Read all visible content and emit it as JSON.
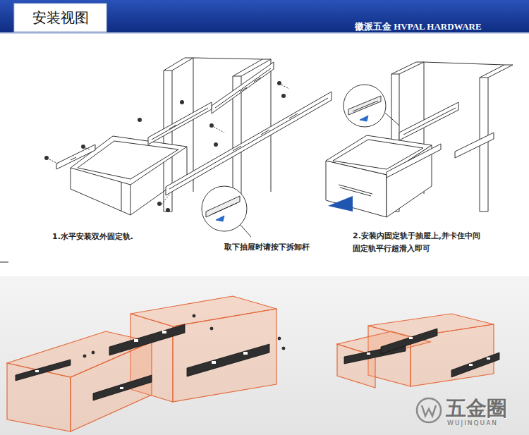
{
  "diagram": {
    "title": "安装视图",
    "labels": [
      "徽派五金 HVPAL HARDWARE",
      "1.水平安装双外固定轨.",
      "取下抽屉时请按下拆卸杆",
      "2.安装内固定轨于抽屉上,并卡住中间 固定轨平行超滑入即可",
      "五金圈",
      "WUJINQUAN"
    ]
  }
}
